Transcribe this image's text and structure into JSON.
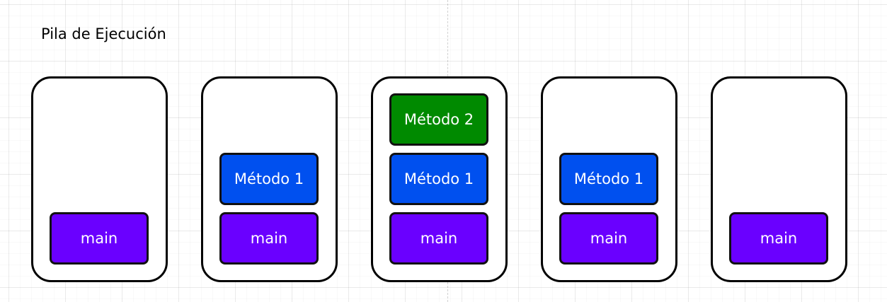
{
  "title": "Pila de Ejecución",
  "colors": {
    "main": "#6a00ff",
    "metodo1": "#0050ef",
    "metodo2": "#008a00",
    "border": "#000000"
  },
  "stacks": [
    {
      "frames": [
        {
          "label": "main",
          "kind": "main"
        }
      ]
    },
    {
      "frames": [
        {
          "label": "main",
          "kind": "main"
        },
        {
          "label": "Método 1",
          "kind": "metodo1"
        }
      ]
    },
    {
      "frames": [
        {
          "label": "main",
          "kind": "main"
        },
        {
          "label": "Método 1",
          "kind": "metodo1"
        },
        {
          "label": "Método 2",
          "kind": "metodo2"
        }
      ]
    },
    {
      "frames": [
        {
          "label": "main",
          "kind": "main"
        },
        {
          "label": "Método 1",
          "kind": "metodo1"
        }
      ]
    },
    {
      "frames": [
        {
          "label": "main",
          "kind": "main"
        }
      ]
    }
  ]
}
